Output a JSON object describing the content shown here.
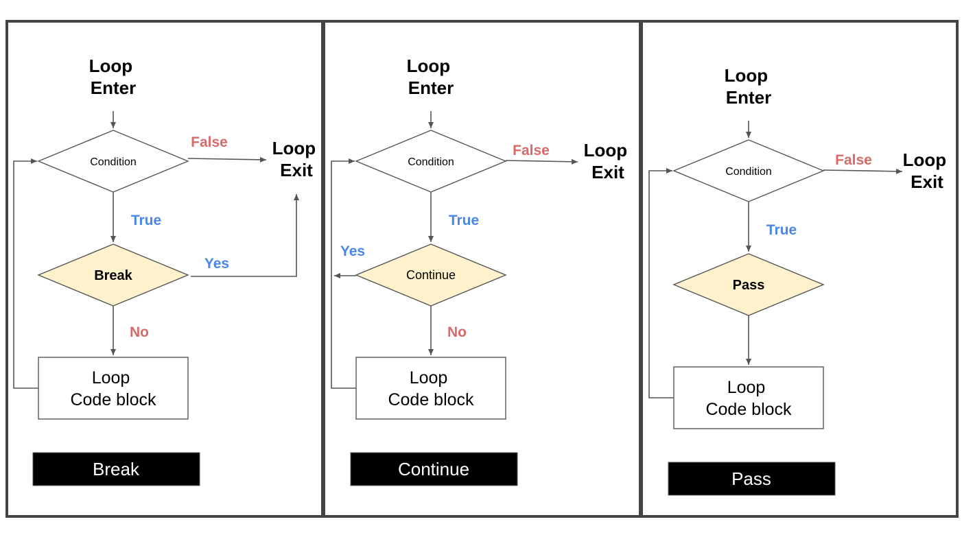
{
  "labels": {
    "loop_enter": [
      "Loop",
      "Enter"
    ],
    "loop_exit": [
      "Loop",
      "Exit"
    ],
    "condition": "Condition",
    "false": "False",
    "true": "True",
    "yes": "Yes",
    "no": "No",
    "code_block": [
      "Loop",
      "Code block"
    ]
  },
  "panels": [
    {
      "id": "break",
      "decision": "Break",
      "title": "Break"
    },
    {
      "id": "continue",
      "decision": "Continue",
      "title": "Continue"
    },
    {
      "id": "pass",
      "decision": "Pass",
      "title": "Pass"
    }
  ],
  "colors": {
    "false_no": "#d96a6a",
    "true_yes": "#4a86e8",
    "decision_fill": "#fff2cc",
    "border": "#444444"
  }
}
